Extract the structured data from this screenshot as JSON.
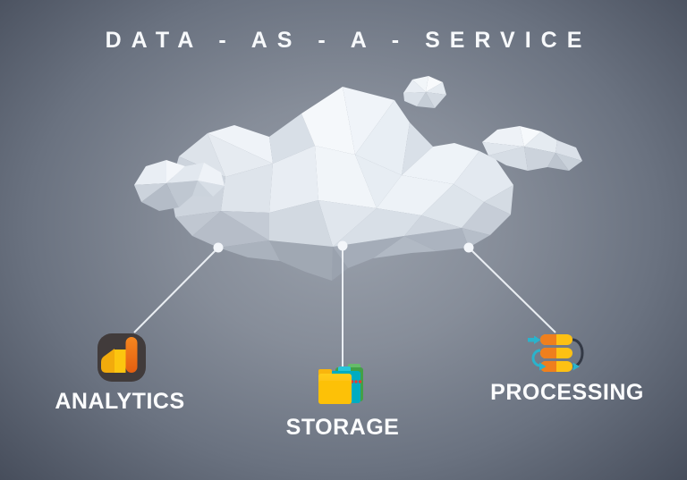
{
  "title": "DATA - AS - A - SERVICE",
  "services": [
    {
      "label": "ANALYTICS",
      "icon": "analytics-bar-chart-icon"
    },
    {
      "label": "STORAGE",
      "icon": "folder-stack-icon"
    },
    {
      "label": "PROCESSING",
      "icon": "data-pipeline-icon"
    }
  ],
  "illustration": {
    "name": "low-poly-cloud",
    "connection_points": 3
  },
  "colors": {
    "background_center": "#9aa1ac",
    "background_edge": "#303644",
    "text": "#fbfcfd",
    "cloud_highlight": "#f8fafc",
    "cloud_shadow": "#9aa2ae",
    "accent_orange": "#ef7f1d",
    "accent_yellow": "#fdc10e",
    "accent_teal": "#2ab3cc",
    "folder_green": "#43a047",
    "folder_teal": "#00acc1",
    "folder_dot_red": "#e53935",
    "connector": "#f0f4f8"
  }
}
